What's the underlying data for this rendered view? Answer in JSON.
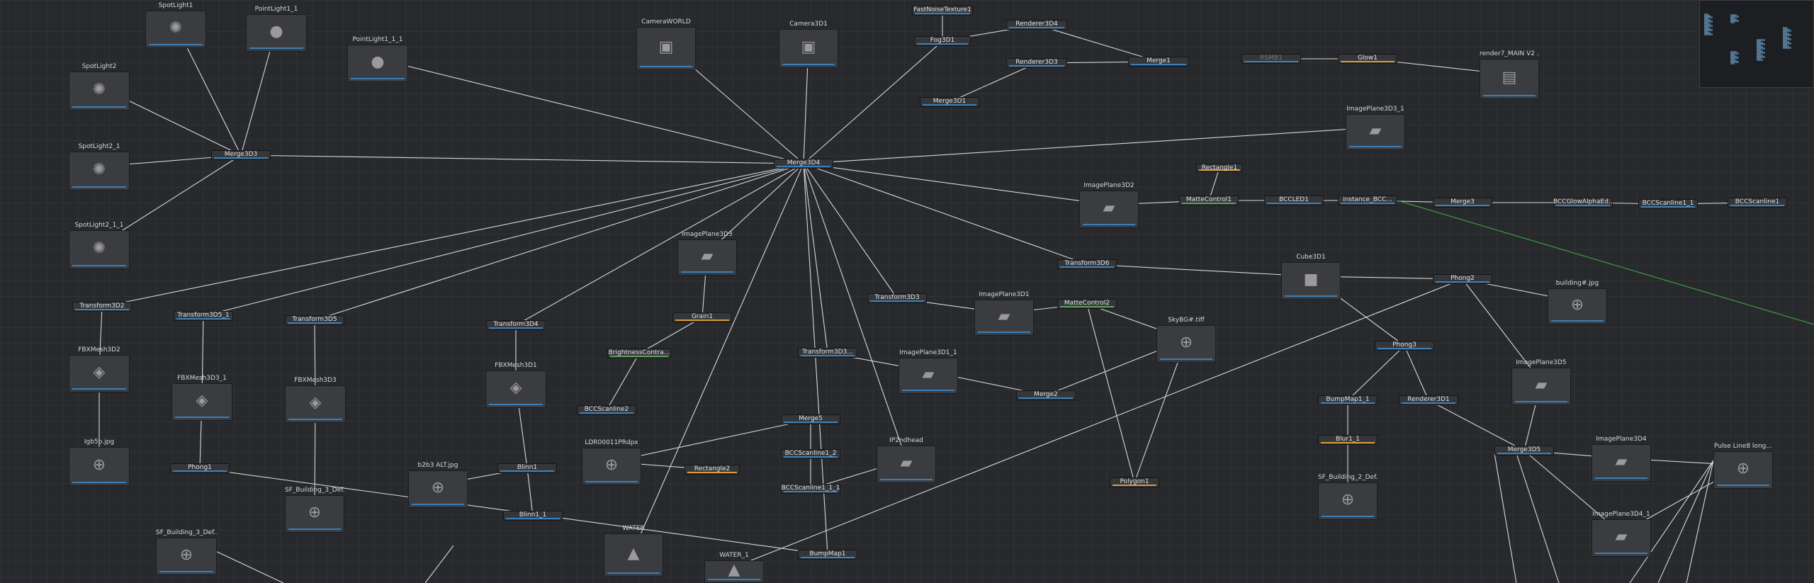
{
  "window": {
    "view": "Node Editor"
  },
  "colors": {
    "wire": "#d8d8d8",
    "accent_blue": "#3a7fb8",
    "accent_orange": "#d99a3a",
    "accent_green": "#5aa15a",
    "highlight_wire": "#3f9c3f"
  },
  "nodes": [
    {
      "id": "spotlight1",
      "label": "SpotLight1",
      "kind": "tile",
      "icon": "spotlight-icon"
    },
    {
      "id": "pointlight1_1",
      "label": "PointLight1_1",
      "kind": "tile",
      "icon": "pointlight-icon"
    },
    {
      "id": "pointlight1_1_1",
      "label": "PointLight1_1_1",
      "kind": "tile",
      "icon": "pointlight-icon"
    },
    {
      "id": "spotlight2",
      "label": "SpotLight2",
      "kind": "tile",
      "icon": "spotlight-icon"
    },
    {
      "id": "spotlight2_1",
      "label": "SpotLight2_1",
      "kind": "tile",
      "icon": "spotlight-icon"
    },
    {
      "id": "spotlight2_1_1",
      "label": "SpotLight2_1_1",
      "kind": "tile",
      "icon": "spotlight-icon"
    },
    {
      "id": "merge3d3",
      "label": "Merge3D3",
      "kind": "bar"
    },
    {
      "id": "cameraworld",
      "label": "CameraWORLD",
      "kind": "tile",
      "icon": "camera-icon"
    },
    {
      "id": "camera3d1",
      "label": "Camera3D1",
      "kind": "tile",
      "icon": "camera-icon"
    },
    {
      "id": "fastnoise",
      "label": "FastNoiseTexture1",
      "kind": "bar"
    },
    {
      "id": "fog3d1",
      "label": "Fog3D1",
      "kind": "bar"
    },
    {
      "id": "renderer3d4",
      "label": "Renderer3D4",
      "kind": "bar"
    },
    {
      "id": "renderer3d3",
      "label": "Renderer3D3",
      "kind": "bar"
    },
    {
      "id": "merge1",
      "label": "Merge1",
      "kind": "bar"
    },
    {
      "id": "merge3d1",
      "label": "Merge3D1",
      "kind": "bar"
    },
    {
      "id": "rsmb1",
      "label": "RSMB1",
      "kind": "bar",
      "dim": true
    },
    {
      "id": "glow1",
      "label": "Glow1",
      "kind": "bar",
      "accent": "orange"
    },
    {
      "id": "render7",
      "label": "render7_MAIN V2 ...",
      "kind": "tile",
      "icon": "saver-icon"
    },
    {
      "id": "merge3d4",
      "label": "Merge3D4",
      "kind": "bar"
    },
    {
      "id": "imageplane3d3_1",
      "label": "ImagePlane3D3_1",
      "kind": "tile",
      "icon": "plane-icon"
    },
    {
      "id": "rectangle1",
      "label": "Rectangle1",
      "kind": "bar",
      "accent": "orange"
    },
    {
      "id": "imageplane3d2",
      "label": "ImagePlane3D2",
      "kind": "tile",
      "icon": "plane-icon"
    },
    {
      "id": "mattecontrol1",
      "label": "MatteControl1",
      "kind": "bar",
      "accent": "green"
    },
    {
      "id": "bccled1",
      "label": "BCCLED1",
      "kind": "bar"
    },
    {
      "id": "instance_bcc",
      "label": "instance_BCC...",
      "kind": "bar"
    },
    {
      "id": "merge3",
      "label": "Merge3",
      "kind": "bar"
    },
    {
      "id": "bccglow",
      "label": "BCCGlowAlphaEd...",
      "kind": "bar"
    },
    {
      "id": "bccscanline1_1",
      "label": "BCCScanline1_1",
      "kind": "bar"
    },
    {
      "id": "bccscanline1",
      "label": "BCCScanline1",
      "kind": "bar"
    },
    {
      "id": "transform3d2",
      "label": "Transform3D2",
      "kind": "bar"
    },
    {
      "id": "transform3d5_1",
      "label": "Transform3D5_1",
      "kind": "bar"
    },
    {
      "id": "transform3d5",
      "label": "Transform3D5",
      "kind": "bar"
    },
    {
      "id": "imageplane3d3",
      "label": "ImagePlane3D3",
      "kind": "tile",
      "icon": "plane-icon"
    },
    {
      "id": "transform3d6",
      "label": "Transform3D6",
      "kind": "bar"
    },
    {
      "id": "cube3d1",
      "label": "Cube3D1",
      "kind": "tile",
      "icon": "cube-icon"
    },
    {
      "id": "phong2",
      "label": "Phong2",
      "kind": "bar"
    },
    {
      "id": "buildingjpg",
      "label": "building#.jpg",
      "kind": "tile",
      "icon": "loader-icon"
    },
    {
      "id": "grain1",
      "label": "Grain1",
      "kind": "bar",
      "accent": "orange"
    },
    {
      "id": "transform3d3",
      "label": "Transform3D3",
      "kind": "bar"
    },
    {
      "id": "imageplane3d1",
      "label": "ImagePlane3D1",
      "kind": "tile",
      "icon": "plane-icon"
    },
    {
      "id": "mattecontrol2",
      "label": "MatteControl2",
      "kind": "bar",
      "accent": "green"
    },
    {
      "id": "skybg",
      "label": "SkyBG#.tiff",
      "kind": "tile",
      "icon": "loader-icon"
    },
    {
      "id": "transform3d4",
      "label": "Transform3D4",
      "kind": "bar"
    },
    {
      "id": "brightness",
      "label": "BrightnessContra...",
      "kind": "bar",
      "accent": "green"
    },
    {
      "id": "transform3d3b",
      "label": "Transform3D3...",
      "kind": "bar"
    },
    {
      "id": "imageplane3d1_1",
      "label": "ImagePlane3D1_1",
      "kind": "tile",
      "icon": "plane-icon"
    },
    {
      "id": "phong3",
      "label": "Phong3",
      "kind": "bar"
    },
    {
      "id": "fbxmesh3d2",
      "label": "FBXMesh3D2",
      "kind": "tile",
      "icon": "mesh-icon"
    },
    {
      "id": "fbxmesh3d3_1",
      "label": "FBXMesh3D3_1",
      "kind": "tile",
      "icon": "mesh-icon"
    },
    {
      "id": "fbxmesh3d3",
      "label": "FBXMesh3D3",
      "kind": "tile",
      "icon": "mesh-icon"
    },
    {
      "id": "fbxmesh3d1",
      "label": "FBXMesh3D1",
      "kind": "tile",
      "icon": "mesh-icon"
    },
    {
      "id": "bccscanline2",
      "label": "BCCScanline2",
      "kind": "bar"
    },
    {
      "id": "merge2",
      "label": "Merge2",
      "kind": "bar"
    },
    {
      "id": "imageplane3d5",
      "label": "ImagePlane3D5",
      "kind": "tile",
      "icon": "plane-icon"
    },
    {
      "id": "bumpmap1_1",
      "label": "BumpMap1_1",
      "kind": "bar"
    },
    {
      "id": "renderer3d1",
      "label": "Renderer3D1",
      "kind": "bar"
    },
    {
      "id": "merge5",
      "label": "Merge5",
      "kind": "bar"
    },
    {
      "id": "igb5b",
      "label": "Igb5b.jpg",
      "kind": "tile",
      "icon": "loader-icon"
    },
    {
      "id": "ldr",
      "label": "LDR00011PRdpx",
      "kind": "tile",
      "icon": "loader-icon"
    },
    {
      "id": "bccscanline1_2",
      "label": "BCCScanline1_2",
      "kind": "bar"
    },
    {
      "id": "ip2ndhead",
      "label": "IP2ndhead",
      "kind": "tile",
      "icon": "plane-icon"
    },
    {
      "id": "blur1_1",
      "label": "Blur1_1",
      "kind": "bar",
      "accent": "orange"
    },
    {
      "id": "imageplane3d4",
      "label": "ImagePlane3D4",
      "kind": "tile",
      "icon": "plane-icon"
    },
    {
      "id": "merge3d5",
      "label": "Merge3D5",
      "kind": "bar"
    },
    {
      "id": "pulseline",
      "label": "Pulse Line8 long...",
      "kind": "tile",
      "icon": "loader-icon"
    },
    {
      "id": "phong1",
      "label": "Phong1",
      "kind": "bar"
    },
    {
      "id": "b2b3alt",
      "label": "b2b3 ALT.jpg",
      "kind": "tile",
      "icon": "loader-icon"
    },
    {
      "id": "blinn1",
      "label": "Blinn1",
      "kind": "bar"
    },
    {
      "id": "rectangle2",
      "label": "Rectangle2",
      "kind": "bar",
      "accent": "orange"
    },
    {
      "id": "polygon1",
      "label": "Polygon1",
      "kind": "bar",
      "accent": "orange"
    },
    {
      "id": "bccscanline1_1_1",
      "label": "BCCScanline1_1_1",
      "kind": "bar"
    },
    {
      "id": "sfbuilding3def",
      "label": "SF_Building_3_Def...",
      "kind": "tile",
      "icon": "loader-icon"
    },
    {
      "id": "sfbuilding2def",
      "label": "SF_Building_2_Def...",
      "kind": "tile",
      "icon": "loader-icon"
    },
    {
      "id": "imageplane3d4_1",
      "label": "ImagePlane3D4_1",
      "kind": "tile",
      "icon": "plane-icon"
    },
    {
      "id": "blinn1_1",
      "label": "Blinn1_1",
      "kind": "bar"
    },
    {
      "id": "sfbuilding3def2",
      "label": "SF_Building_3_Def...",
      "kind": "tile",
      "icon": "loader-icon"
    },
    {
      "id": "water",
      "label": "WATER",
      "kind": "tile",
      "icon": "shape-icon"
    },
    {
      "id": "water1",
      "label": "WATER_1",
      "kind": "tile",
      "icon": "shape-icon"
    },
    {
      "id": "bumpmap1",
      "label": "BumpMap1",
      "kind": "bar"
    }
  ]
}
